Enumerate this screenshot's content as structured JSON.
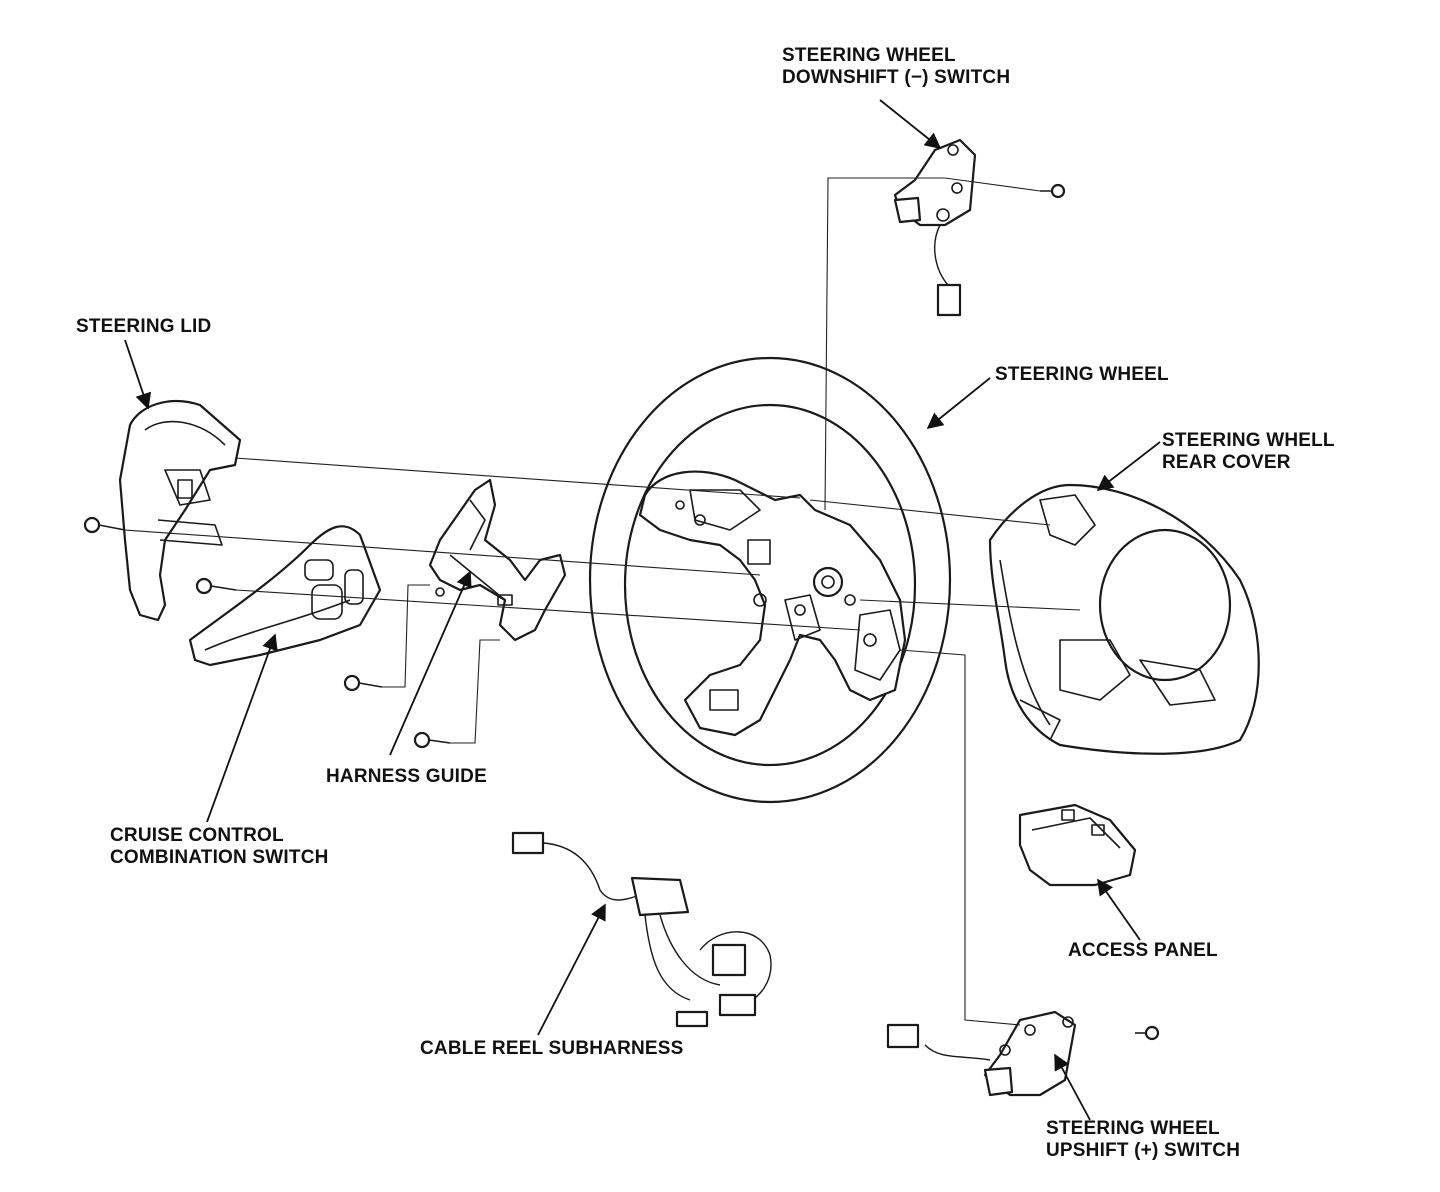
{
  "labels": {
    "downshift_line1": "STEERING WHEEL",
    "downshift_line2": "DOWNSHIFT (−) SWITCH",
    "steering_lid": "STEERING LID",
    "steering_wheel": "STEERING WHEEL",
    "rear_cover_line1": "STEERING WHELL",
    "rear_cover_line2": "REAR COVER",
    "harness_guide": "HARNESS GUIDE",
    "cruise_line1": "CRUISE CONTROL",
    "cruise_line2": "COMBINATION SWITCH",
    "access_panel": "ACCESS PANEL",
    "cable_reel": "CABLE REEL SUBHARNESS",
    "upshift_line1": "STEERING WHEEL",
    "upshift_line2": "UPSHIFT (+) SWITCH"
  }
}
